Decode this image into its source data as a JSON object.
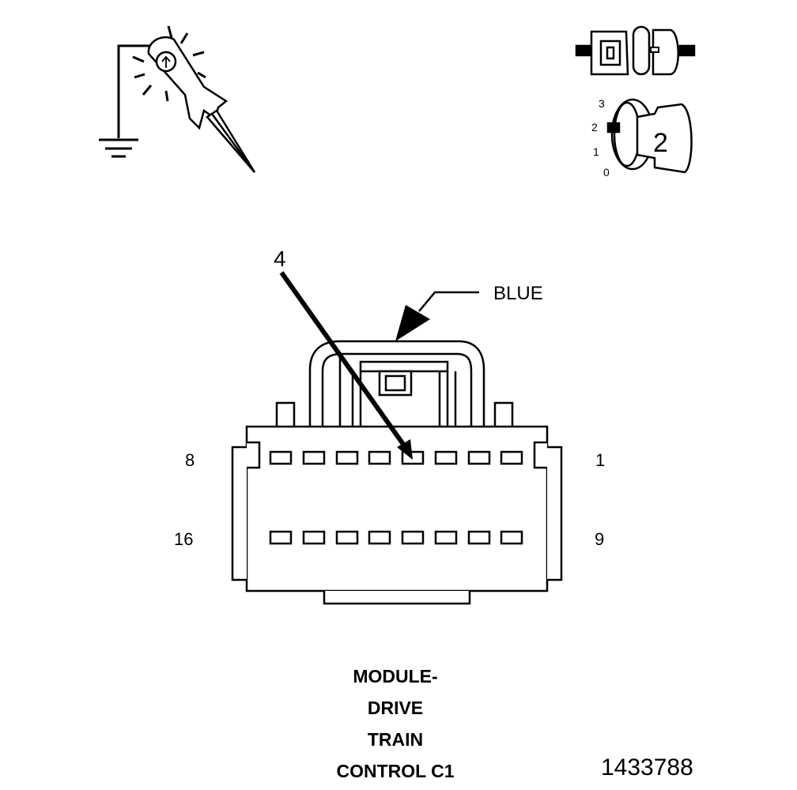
{
  "diagram": {
    "wire_color_label": "BLUE",
    "callout_pin": "4",
    "pin_labels": {
      "top_left": "8",
      "top_right": "1",
      "bottom_left": "16",
      "bottom_right": "9"
    },
    "ignition_switch": {
      "positions": [
        "3",
        "2",
        "1",
        "0"
      ],
      "key_position": "2"
    },
    "caption_lines": [
      "MODULE-",
      "DRIVE",
      "TRAIN",
      "CONTROL C1"
    ],
    "figure_number": "1433788"
  },
  "icons": {
    "test_light": "test-light-probe-icon",
    "ground": "ground-symbol-icon",
    "disconnect": "connector-disconnected-icon",
    "ignition": "ignition-key-icon"
  }
}
